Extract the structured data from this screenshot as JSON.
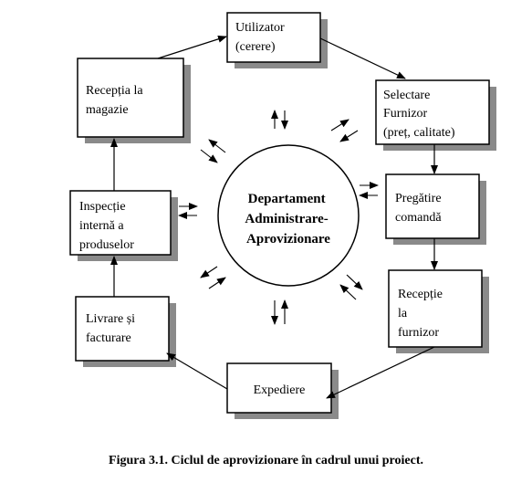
{
  "diagram": {
    "center": [
      "Departament",
      "Administrare-",
      "Aprovizionare"
    ],
    "nodes": {
      "utilizator": [
        "Utilizator",
        "(cerere)"
      ],
      "selectare": [
        "Selectare",
        "Furnizor",
        "(preț, calitate)"
      ],
      "pregatire": [
        "Pregătire",
        "comandă"
      ],
      "receptie_furnizor": [
        "Recepție",
        "la",
        "furnizor"
      ],
      "expediere": [
        "Expediere"
      ],
      "livrare": [
        "Livrare și",
        "facturare"
      ],
      "inspectie": [
        "Inspecție",
        "internă a",
        "produselor"
      ],
      "receptie_magazie": [
        "Recepția la",
        "magazie"
      ]
    }
  },
  "caption": "Figura 3.1. Ciclul de aprovizionare în cadrul unui proiect."
}
